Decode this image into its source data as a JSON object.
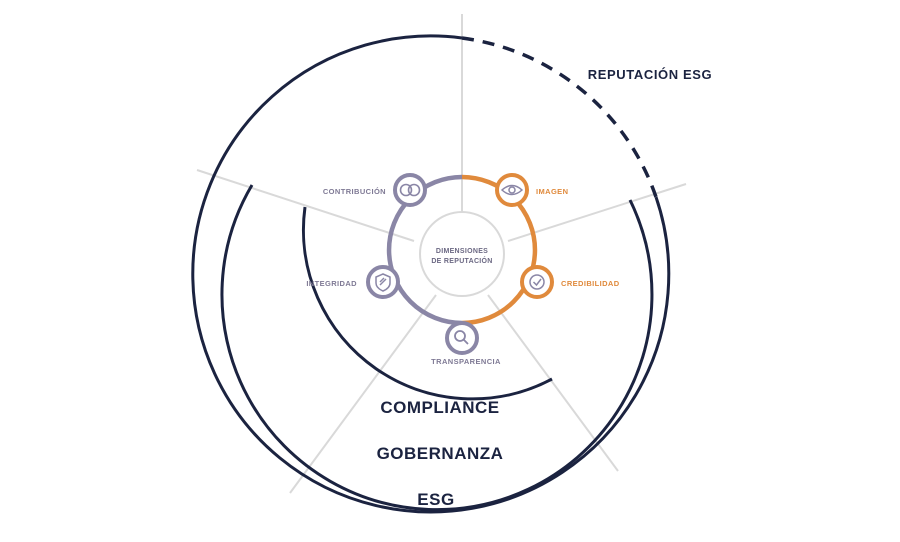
{
  "title": "REPUTACIÓN ESG",
  "rings": {
    "esg": "ESG",
    "gobernanza": "GOBERNANZA",
    "compliance": "COMPLIANCE"
  },
  "center": {
    "line1": "DIMENSIONES",
    "line2": "DE REPUTACIÓN"
  },
  "dimensions": {
    "contribucion": "CONTRIBUCIÓN",
    "imagen": "IMAGEN",
    "credibilidad": "CREDIBILIDAD",
    "transparencia": "TRANSPARENCIA",
    "integridad": "INTEGRIDAD"
  },
  "icons": {
    "contribucion": "overlapping-circles-icon",
    "imagen": "eye-icon",
    "credibilidad": "checkmark-icon",
    "transparencia": "magnifier-icon",
    "integridad": "shield-icon"
  },
  "colors": {
    "navy": "#1b2340",
    "gray_purple": "#8a86a6",
    "orange": "#e08a3c",
    "spoke": "#d9d9d9"
  }
}
